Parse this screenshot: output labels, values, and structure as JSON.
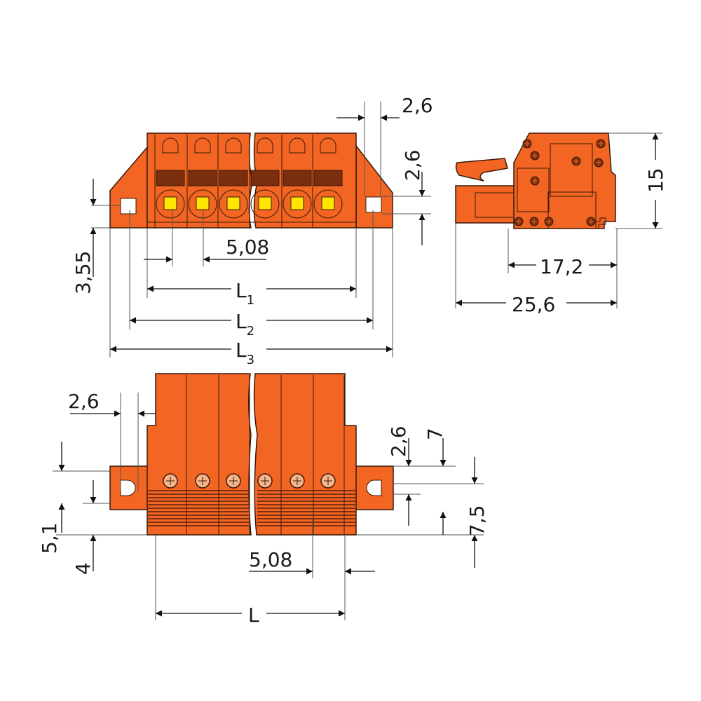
{
  "colors": {
    "housing": "#f26522",
    "shade": "#7a2e0e",
    "contact": "#ffe600",
    "line": "#111111"
  },
  "top_view": {
    "dims": {
      "pitch": "5,08",
      "offset_right": "2,6",
      "height_right": "2,6",
      "hole_height": "3,55",
      "L1": "L",
      "L1_sub": "1",
      "L2": "L",
      "L2_sub": "2",
      "L3": "L",
      "L3_sub": "3"
    }
  },
  "side_view": {
    "dims": {
      "height": "15",
      "depth_a": "17,2",
      "depth_b": "25,6"
    }
  },
  "bottom_view": {
    "dims": {
      "flange_offset": "2,6",
      "screw_offset": "2,6",
      "seven": "7",
      "seven_five": "7,5",
      "five_one": "5,1",
      "four": "4",
      "pitch": "5,08",
      "L": "L"
    }
  }
}
